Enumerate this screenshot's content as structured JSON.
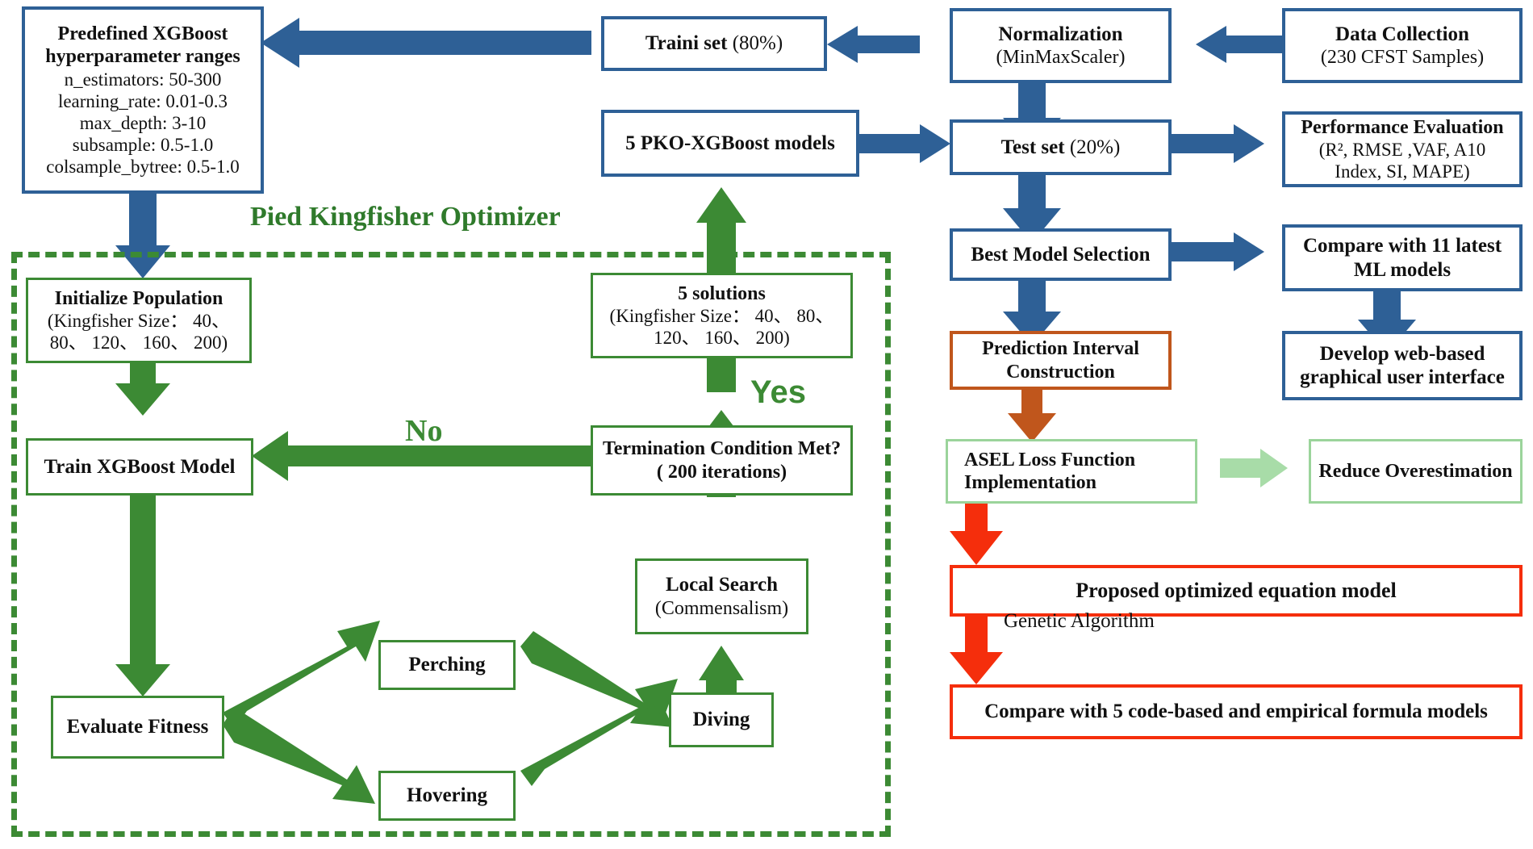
{
  "colors": {
    "blue": "#2E6096",
    "green": "#3C8A34",
    "light_green": "#9BD49B",
    "orange": "#C0561C",
    "red": "#F52E0C",
    "title_green": "#2F7A2B"
  },
  "pko_section": {
    "title": "Pied Kingfisher Optimizer"
  },
  "labels": {
    "yes": "Yes",
    "no": "No",
    "genetic_algorithm": "Genetic Algorithm"
  },
  "boxes": {
    "hyperparams": {
      "title": "Predefined XGBoost",
      "title2": "hyperparameter ranges",
      "lines": [
        "n_estimators: 50-300",
        "learning_rate: 0.01-0.3",
        "max_depth: 3-10",
        "subsample: 0.5-1.0",
        "colsample_bytree: 0.5-1.0"
      ]
    },
    "train_set": {
      "title": "Traini set ",
      "sub": "(80%)"
    },
    "normalization": {
      "title": "Normalization",
      "sub": "(MinMaxScaler)"
    },
    "data_collection": {
      "title": "Data Collection",
      "sub": "(230 CFST Samples)"
    },
    "pko_models": {
      "title": "5 PKO-XGBoost models"
    },
    "test_set": {
      "title": "Test set ",
      "sub": "(20%)"
    },
    "performance": {
      "title": "Performance Evaluation",
      "sub1": "(R², RMSE ,VAF, A10",
      "sub2": "Index, SI, MAPE)"
    },
    "best_model": {
      "title": "Best Model Selection"
    },
    "compare_ml": {
      "title": "Compare with 11 latest",
      "title2": "ML models"
    },
    "prediction_interval": {
      "title": "Prediction Interval",
      "title2": "Construction"
    },
    "web_gui": {
      "title": "Develop web-based",
      "title2": "graphical user interface"
    },
    "asel": {
      "title": "ASEL Loss Function",
      "title2": "Implementation"
    },
    "reduce_over": {
      "title": "Reduce Overestimation"
    },
    "proposed_eq": {
      "title": "Proposed optimized equation model"
    },
    "compare_code": {
      "title": "Compare with 5 code-based and empirical formula models"
    },
    "init_pop": {
      "title": "Initialize Population",
      "sub1": "(Kingfisher Size：  40、",
      "sub2": "80、 120、 160、 200)"
    },
    "five_solutions": {
      "title": "5 solutions",
      "sub1": "(Kingfisher Size：  40、 80、",
      "sub2": "120、 160、 200)"
    },
    "train_xgb": {
      "title": "Train XGBoost Model"
    },
    "termination": {
      "title": "Termination Condition Met?",
      "title2": "( 200 iterations)"
    },
    "local_search": {
      "title": "Local Search",
      "sub": "(Commensalism)"
    },
    "perching": {
      "title": "Perching"
    },
    "hovering": {
      "title": "Hovering"
    },
    "diving": {
      "title": "Diving"
    },
    "evaluate_fitness": {
      "title": "Evaluate Fitness"
    }
  },
  "flow": {
    "type": "flowchart",
    "edges": [
      {
        "from": "data_collection",
        "to": "normalization",
        "color": "blue",
        "dir": "left"
      },
      {
        "from": "normalization",
        "to": "train_set",
        "color": "blue",
        "dir": "left"
      },
      {
        "from": "train_set",
        "to": "hyperparams",
        "color": "blue",
        "dir": "left"
      },
      {
        "from": "hyperparams",
        "to": "init_pop",
        "color": "blue",
        "dir": "down"
      },
      {
        "from": "normalization",
        "to": "test_set",
        "color": "blue",
        "dir": "down"
      },
      {
        "from": "pko_models",
        "to": "test_set",
        "color": "blue",
        "dir": "right"
      },
      {
        "from": "test_set",
        "to": "performance",
        "color": "blue",
        "dir": "right"
      },
      {
        "from": "test_set",
        "to": "best_model",
        "color": "blue",
        "dir": "down"
      },
      {
        "from": "best_model",
        "to": "compare_ml",
        "color": "blue",
        "dir": "right"
      },
      {
        "from": "best_model",
        "to": "prediction_interval",
        "color": "blue",
        "dir": "down"
      },
      {
        "from": "compare_ml",
        "to": "web_gui",
        "color": "blue",
        "dir": "down"
      },
      {
        "from": "prediction_interval",
        "to": "asel",
        "color": "orange",
        "dir": "down"
      },
      {
        "from": "asel",
        "to": "reduce_over",
        "color": "light_green",
        "dir": "right"
      },
      {
        "from": "asel",
        "to": "proposed_eq",
        "color": "red",
        "dir": "down",
        "label": "Genetic Algorithm"
      },
      {
        "from": "proposed_eq",
        "to": "compare_code",
        "color": "red",
        "dir": "down"
      },
      {
        "from": "init_pop",
        "to": "train_xgb",
        "color": "green",
        "dir": "down"
      },
      {
        "from": "train_xgb",
        "to": "evaluate_fitness",
        "color": "green",
        "dir": "down"
      },
      {
        "from": "evaluate_fitness",
        "to": "perching",
        "color": "green",
        "dir": "diag-up"
      },
      {
        "from": "evaluate_fitness",
        "to": "hovering",
        "color": "green",
        "dir": "diag-down"
      },
      {
        "from": "perching",
        "to": "diving",
        "color": "green",
        "dir": "diag-down"
      },
      {
        "from": "hovering",
        "to": "diving",
        "color": "green",
        "dir": "diag-up"
      },
      {
        "from": "diving",
        "to": "local_search",
        "color": "green",
        "dir": "up"
      },
      {
        "from": "local_search",
        "to": "termination",
        "color": "green",
        "dir": "up"
      },
      {
        "from": "termination",
        "to": "train_xgb",
        "color": "green",
        "dir": "left",
        "label": "No"
      },
      {
        "from": "termination",
        "to": "five_solutions",
        "color": "green",
        "dir": "up",
        "label": "Yes"
      },
      {
        "from": "five_solutions",
        "to": "pko_models",
        "color": "green",
        "dir": "up"
      }
    ]
  }
}
